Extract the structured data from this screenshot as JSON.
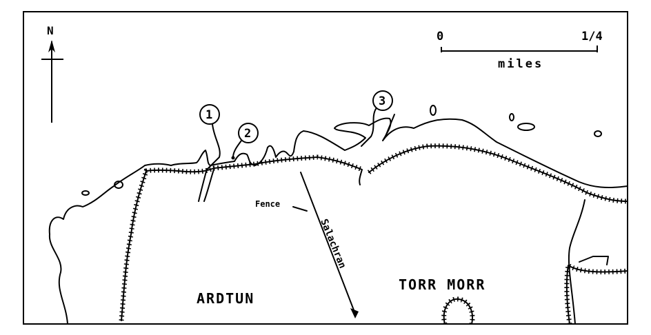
{
  "north_label": "N",
  "scale": {
    "start": "0",
    "end": "1/4",
    "unit": "miles"
  },
  "sites": [
    "1",
    "2",
    "3"
  ],
  "labels": {
    "fence": "Fence",
    "stream": "Salachran",
    "area_west": "ARDTUN",
    "area_east": "TORR MORR"
  },
  "colors": {
    "ink": "#000000",
    "paper": "#ffffff"
  }
}
